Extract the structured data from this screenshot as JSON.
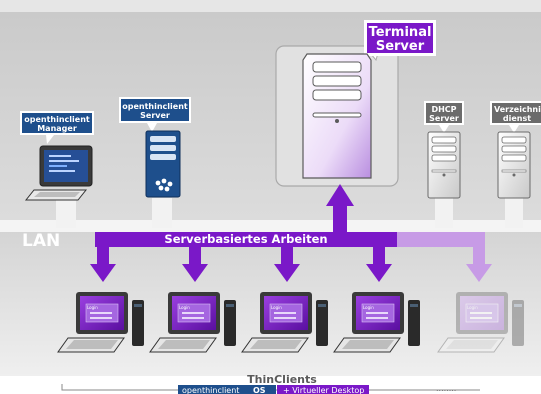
{
  "network": {
    "lan_label": "LAN",
    "bus_label": "Serverbasiertes Arbeiten"
  },
  "servers": {
    "manager": {
      "line1": "openthinclient",
      "line2": "Manager"
    },
    "oc_server": {
      "line1": "openthinclient",
      "line2": "Server"
    },
    "terminal": {
      "line1": "Terminal",
      "line2": "Server"
    },
    "dhcp": {
      "line1": "DHCP",
      "line2": "Server"
    },
    "directory": {
      "line1": "Verzeichnis-",
      "line2": "dienst"
    }
  },
  "clients": {
    "title": "ThinClients",
    "os_label_prefix": "openthinclient",
    "os_label_suffix": "OS",
    "desktop_label": "+ Virtueller Desktop",
    "ellipsis": "........",
    "screen_text": "Login"
  },
  "colors": {
    "purple": "#7a18c8",
    "purple_light": "#c79be6",
    "navy": "#1e4f8c",
    "gray_label": "#6b6b6b",
    "bg_top": "#d2d2d2",
    "bg_bottom": "#e3e3e3"
  }
}
